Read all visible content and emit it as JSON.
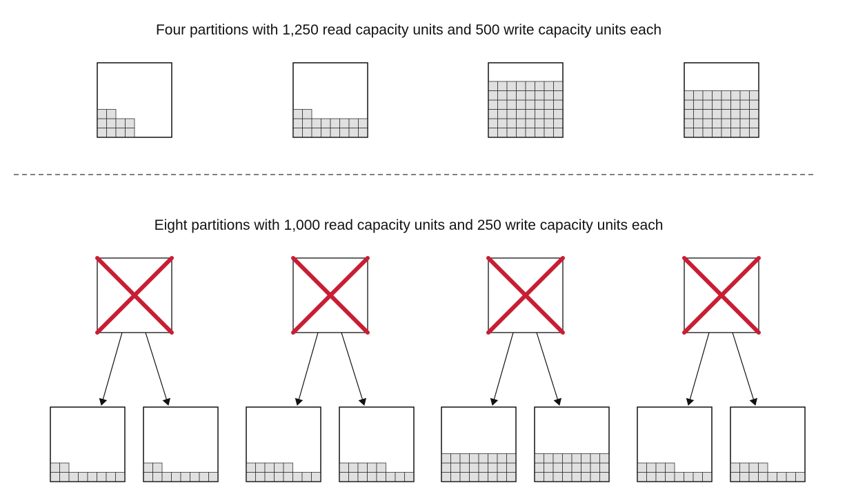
{
  "top": {
    "title": "Four partitions with 1,250 read capacity units and 500 write capacity units each",
    "partitions": [
      {
        "filled_cells": [
          4,
          4,
          2
        ]
      },
      {
        "filled_cells": [
          8,
          8,
          2
        ]
      },
      {
        "filled_cells": [
          8,
          8,
          8,
          8,
          8,
          8
        ]
      },
      {
        "filled_cells": [
          8,
          8,
          8,
          8,
          8
        ]
      }
    ]
  },
  "bottom": {
    "title": "Eight partitions with 1,000 read capacity units and 250 write capacity units each",
    "old_partitions": [
      {
        "status": "removed"
      },
      {
        "status": "removed"
      },
      {
        "status": "removed"
      },
      {
        "status": "removed"
      }
    ],
    "partitions": [
      {
        "filled_cells": [
          8,
          2
        ]
      },
      {
        "filled_cells": [
          8,
          2
        ]
      },
      {
        "filled_cells": [
          8,
          5
        ]
      },
      {
        "filled_cells": [
          8,
          5
        ]
      },
      {
        "filled_cells": [
          8,
          8,
          8
        ]
      },
      {
        "filled_cells": [
          8,
          8,
          8
        ]
      },
      {
        "filled_cells": [
          8,
          4
        ]
      },
      {
        "filled_cells": [
          8,
          4
        ]
      }
    ]
  },
  "colors": {
    "cell_fill": "#e0e0e0",
    "cell_stroke": "#333333",
    "box_stroke": "#111111",
    "cross": "#c81e34",
    "arrow": "#111111",
    "divider": "#333333"
  }
}
